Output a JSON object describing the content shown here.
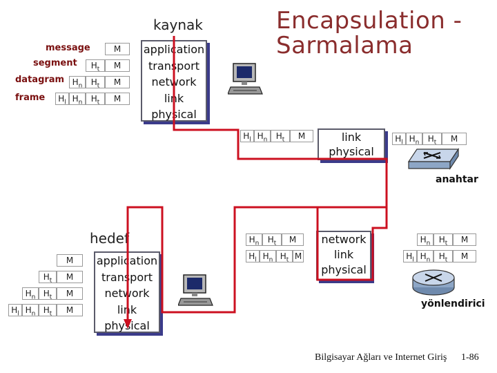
{
  "title_line1": "Encapsulation -",
  "title_line2": "Sarmalama",
  "source_label": "kaynak",
  "dest_label": "hedef",
  "switch_label": "anahtar",
  "router_label": "yönlendirici",
  "left_labels": {
    "message": "message",
    "segment": "segment",
    "datagram": "datagram",
    "frame": "frame"
  },
  "headers": {
    "ht": "H",
    "ht_sub": "t",
    "hn": "H",
    "hn_sub": "n",
    "hl": "H",
    "hl_sub": "l",
    "m": "M"
  },
  "source_stack": [
    "application",
    "transport",
    "network",
    "link",
    "physical"
  ],
  "dest_stack": [
    "application",
    "transport",
    "network",
    "link",
    "physical"
  ],
  "switch_stack": [
    "link",
    "physical"
  ],
  "router_stack": [
    "network",
    "link",
    "physical"
  ],
  "footer_text": "Bilgisayar Ağları ve Internet Giriş",
  "page_number": "1-86",
  "colors": {
    "path": "#cc1020",
    "stack_shadow": "#3b3b8a",
    "title": "#8a2d2d",
    "label": "#7a1010"
  }
}
